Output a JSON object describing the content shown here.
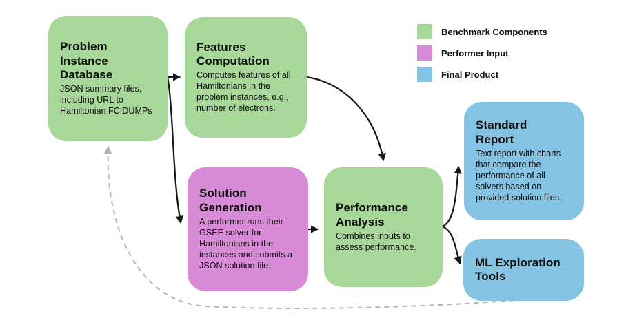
{
  "diagram": {
    "description": "Benchmark workflow flowchart"
  },
  "colors": {
    "benchmark": "#a8d79a",
    "performer": "#d78ad5",
    "final": "#84c3e4",
    "arrow": "#1a1a1a",
    "dashed": "#b3b3b3",
    "background": "#ffffff",
    "text": "#0d0d0d"
  },
  "nodes": [
    {
      "id": "problem-instance-database",
      "type": "benchmark",
      "title": "Problem\nInstance\nDatabase",
      "body": "JSON summary files, including URL to Hamiltonian FCIDUMPs"
    },
    {
      "id": "features-computation",
      "type": "benchmark",
      "title": "Features\nComputation",
      "body": "Computes features of all Hamiltonians in the problem instances, e.g., number of electrons."
    },
    {
      "id": "solution-generation",
      "type": "performer",
      "title": "Solution\nGeneration",
      "body": "A performer runs their GSEE solver for Hamiltonians in the instances and submits a JSON solution file."
    },
    {
      "id": "performance-analysis",
      "type": "benchmark",
      "title": "Performance\nAnalysis",
      "body": "Combines inputs to assess performance."
    },
    {
      "id": "standard-report",
      "type": "final",
      "title": "Standard\nReport",
      "body": "Text report with charts that compare the performance of all solvers based on provided solution files."
    },
    {
      "id": "ml-exploration-tools",
      "type": "final",
      "title": "ML Exploration\nTools",
      "body": ""
    }
  ],
  "legend": {
    "items": [
      {
        "label": "Benchmark Components",
        "color_key": "benchmark"
      },
      {
        "label": "Performer Input",
        "color_key": "performer"
      },
      {
        "label": "Final Product",
        "color_key": "final"
      }
    ]
  },
  "connections": [
    {
      "from": "problem-instance-database",
      "to": "features-computation",
      "style": "solid"
    },
    {
      "from": "problem-instance-database",
      "to": "solution-generation",
      "style": "solid"
    },
    {
      "from": "features-computation",
      "to": "performance-analysis",
      "style": "solid"
    },
    {
      "from": "solution-generation",
      "to": "performance-analysis",
      "style": "solid"
    },
    {
      "from": "performance-analysis",
      "to": "standard-report",
      "style": "solid"
    },
    {
      "from": "performance-analysis",
      "to": "ml-exploration-tools",
      "style": "solid"
    },
    {
      "from": "ml-exploration-tools",
      "to": "problem-instance-database",
      "style": "dashed"
    }
  ]
}
